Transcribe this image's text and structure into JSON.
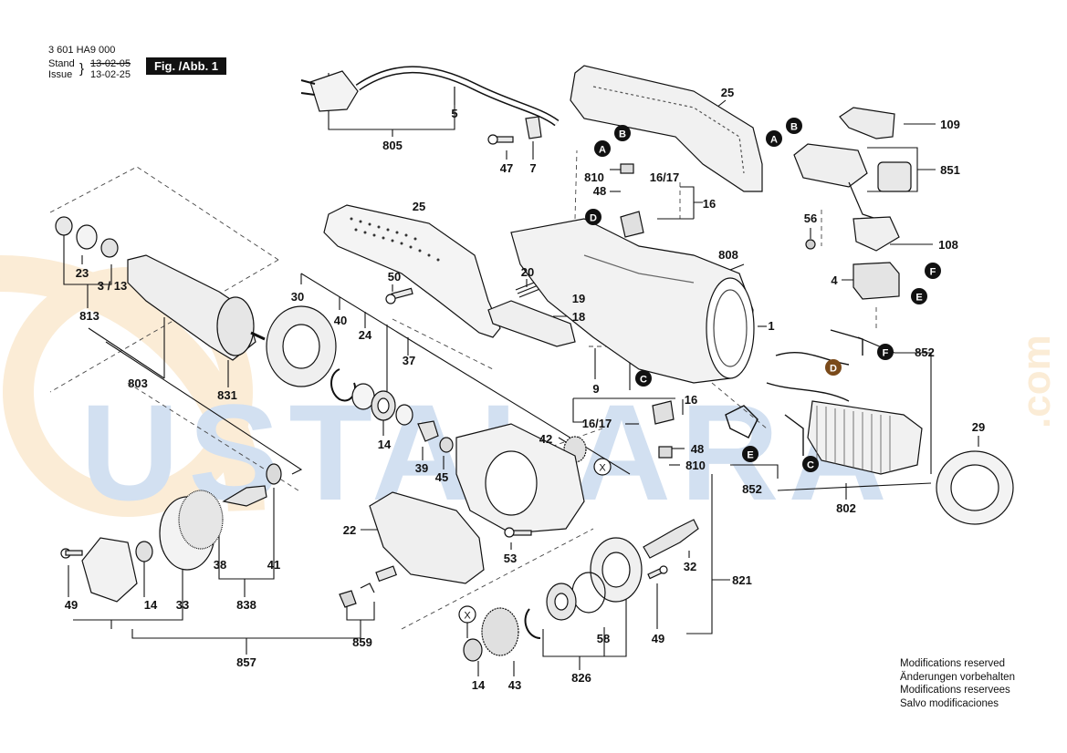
{
  "header": {
    "part_number": "3 601 HA9 000",
    "stand_label": "Stand",
    "issue_label": "Issue",
    "stand_date": "13-02-05",
    "issue_date": "13-02-25",
    "figure_label": "Fig. /Abb. 1"
  },
  "watermark": {
    "text": "USTALARA",
    "suffix": ".com"
  },
  "modifications": [
    "Modifications reserved",
    "Änderungen vorbehalten",
    "Modifications reservees",
    "Salvo modificaciones"
  ],
  "part_labels": {
    "p5": "5",
    "p805": "805",
    "p47": "47",
    "p7": "7",
    "p25a": "25",
    "p25b": "25",
    "p810a": "810",
    "p48a": "48",
    "p1617a": "16/17",
    "p16a": "16",
    "p109": "109",
    "p851": "851",
    "p56": "56",
    "p108": "108",
    "p4": "4",
    "p808": "808",
    "p1": "1",
    "p50": "50",
    "p20": "20",
    "p19": "19",
    "p18": "18",
    "p23": "23",
    "p313": "3 / 13",
    "p813": "813",
    "p30": "30",
    "p40": "40",
    "p24": "24",
    "p37": "37",
    "p803": "803",
    "p831": "831",
    "p14a": "14",
    "p39": "39",
    "p45": "45",
    "p42": "42",
    "p9": "9",
    "p16b": "16",
    "p1617b": "16/17",
    "p48b": "48",
    "p810b": "810",
    "p852a": "852",
    "p852b": "852",
    "p802": "802",
    "p29": "29",
    "p22": "22",
    "p53": "53",
    "p38": "38",
    "p41": "41",
    "p838": "838",
    "p49a": "49",
    "p14b": "14",
    "p33": "33",
    "p857": "857",
    "p859": "859",
    "p32": "32",
    "p821": "821",
    "p58": "58",
    "p49b": "49",
    "p826": "826",
    "p14c": "14",
    "p43": "43"
  },
  "markers": {
    "A": "A",
    "B": "B",
    "C": "C",
    "D": "D",
    "E": "E",
    "F": "F",
    "X": "X"
  }
}
